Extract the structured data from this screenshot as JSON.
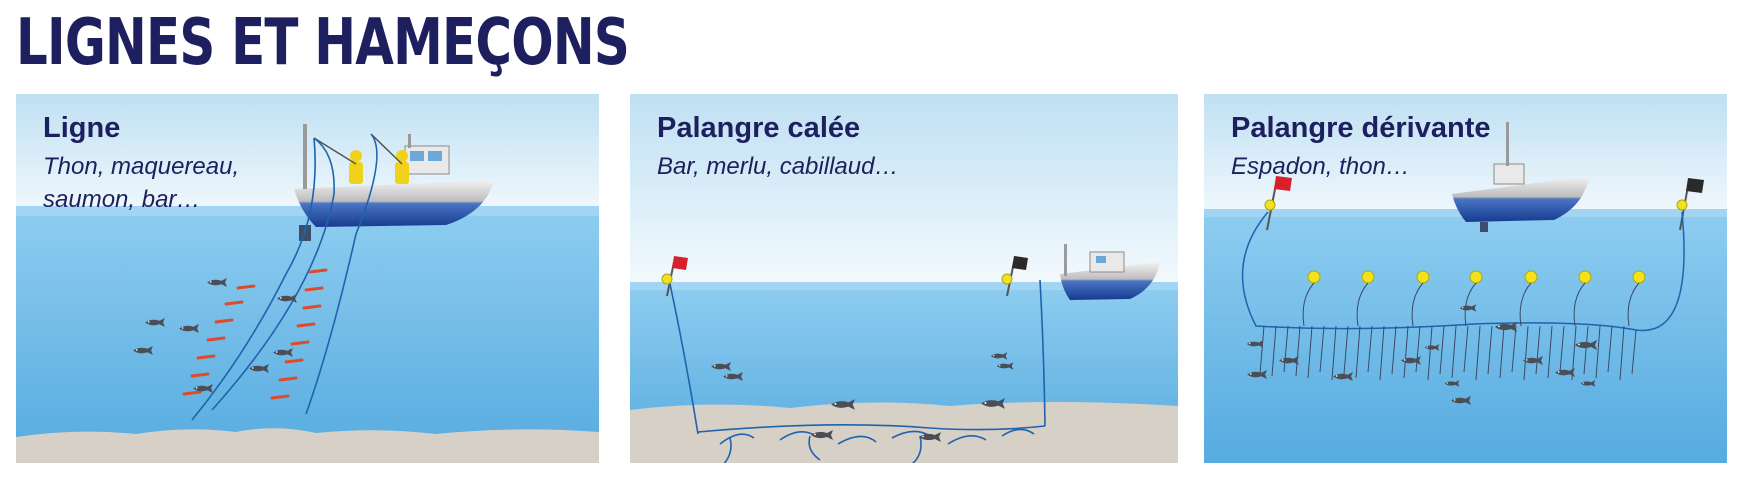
{
  "title": "LIGNES ET HAMEÇONS",
  "panels": [
    {
      "title": "Ligne",
      "subtitle_lines": [
        "Thon, maquereau,",
        "saumon, bar…"
      ]
    },
    {
      "title": "Palangre calée",
      "subtitle_lines": [
        "Bar, merlu, cabillaud…"
      ]
    },
    {
      "title": "Palangre dérivante",
      "subtitle_lines": [
        "Espadon, thon…"
      ]
    }
  ],
  "colors": {
    "title": "#1d1f5e",
    "sky_top": "#bfe1f4",
    "water": "#5fb1e3",
    "seabed": "#d8d2c8",
    "line": "#1f63ad",
    "flag_red": "#d9202a",
    "flag_black": "#2a2a2a",
    "buoy": "#f2e21b",
    "hook_lure": "#e04a2b"
  }
}
